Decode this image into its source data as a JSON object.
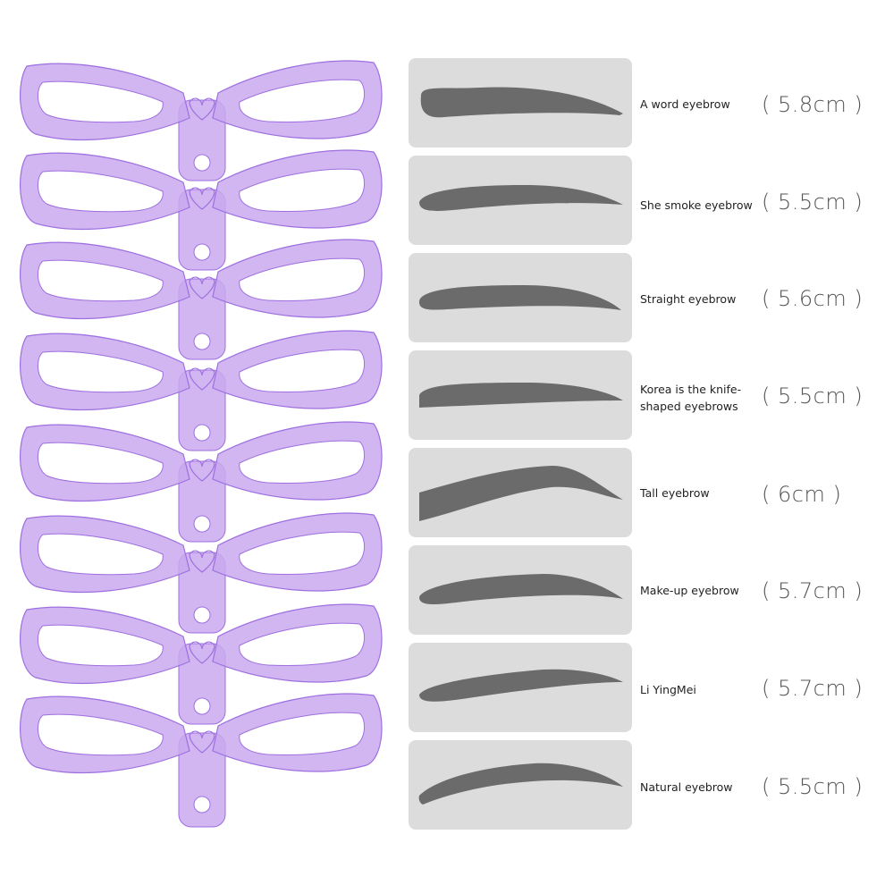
{
  "colors": {
    "stencil_fill": "#c9a9ee",
    "stencil_edge": "#9e6fe0",
    "card_bg": "#dcdcdc",
    "brow": "#6b6b6b"
  },
  "eyebrows": [
    {
      "name": "A word eyebrow",
      "size": "( 5.8cm )",
      "shape": "a-word"
    },
    {
      "name": "She smoke eyebrow",
      "size": "( 5.5cm )",
      "shape": "she-smoke"
    },
    {
      "name": "Straight eyebrow",
      "size": "( 5.6cm )",
      "shape": "straight"
    },
    {
      "name": "Korea is the knife-shaped eyebrows",
      "size": "( 5.5cm )",
      "shape": "knife"
    },
    {
      "name": "Tall eyebrow",
      "size": "(  6cm  )",
      "shape": "tall"
    },
    {
      "name": "Make-up eyebrow",
      "size": "( 5.7cm )",
      "shape": "make-up"
    },
    {
      "name": "Li YingMei",
      "size": "( 5.7cm )",
      "shape": "li-yingmei"
    },
    {
      "name": "Natural eyebrow",
      "size": "( 5.5cm )",
      "shape": "natural"
    }
  ]
}
